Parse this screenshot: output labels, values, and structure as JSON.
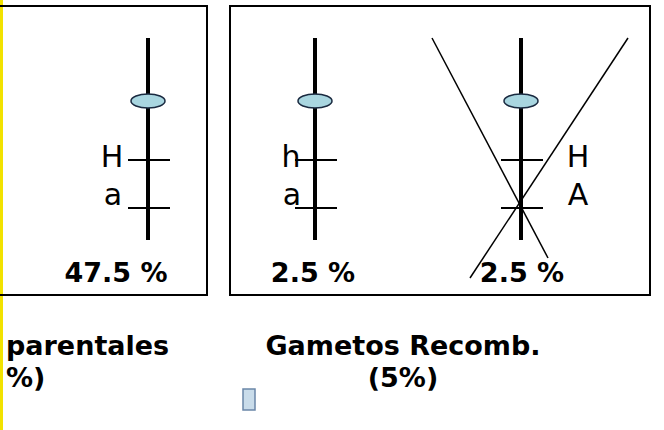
{
  "diagram": {
    "nodes": [
      {
        "text": [
          "H",
          "a",
          "47.5 %"
        ]
      },
      {
        "text": [
          "h",
          "a",
          "2.5 %",
          "H",
          "A",
          "2.5 %"
        ]
      }
    ],
    "labels": [
      "parentales %)",
      "Gametos Recomb. (5%)"
    ]
  }
}
